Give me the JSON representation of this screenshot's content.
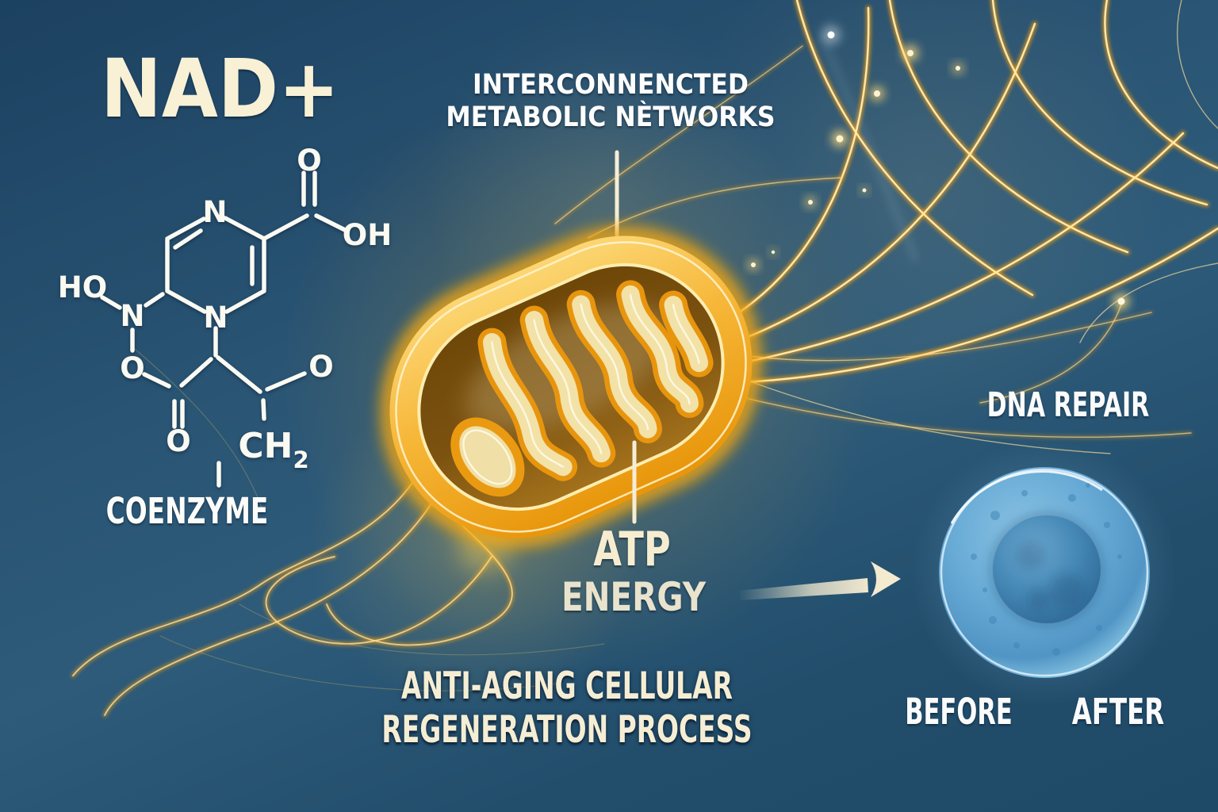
{
  "illustration": {
    "title": "NAD+",
    "molecule_caption": "COENZYME",
    "network_label": {
      "line1": "INTERCONNENCTED",
      "line2": "METABOLIC NÈTWORKS"
    },
    "atp_label": "ATP",
    "energy_label": "ENERGY",
    "dna_repair_label": "DNA REPAIR",
    "before_label": "BEFORE",
    "after_label": "AFTER",
    "caption": {
      "line1": "ANTI-AGING CELLULAR",
      "line2": "REGENERATION PROCESS"
    }
  },
  "molecule": {
    "atoms": {
      "n_ring_top": "N",
      "n_ring_bottom": "N",
      "o_carboxyl": "O",
      "oh_carboxyl": "OH",
      "ho_amine": "HO",
      "n_amine": "N",
      "o_ester": "O",
      "o_ketone": "O",
      "o_side": "O",
      "ch_group": "CH",
      "ch_subscript": "2"
    }
  },
  "colors": {
    "background_top": "#1c4161",
    "background_mid": "#2d5978",
    "background_bottom": "#1e4a68",
    "text_white": "#fbfbfb",
    "text_cream": "#f5eed4",
    "energy_gold": "#f2a81f",
    "filament_highlight": "#ffe7a8",
    "mitochondrion_outer": "#f6b637",
    "mitochondrion_inner": "#7c5210",
    "cristae_fill": "#f2e2a8",
    "cell_body_blue": "#68abd6",
    "cell_nucleus_blue": "#34709e",
    "arrow_cream": "#f3ead0"
  }
}
